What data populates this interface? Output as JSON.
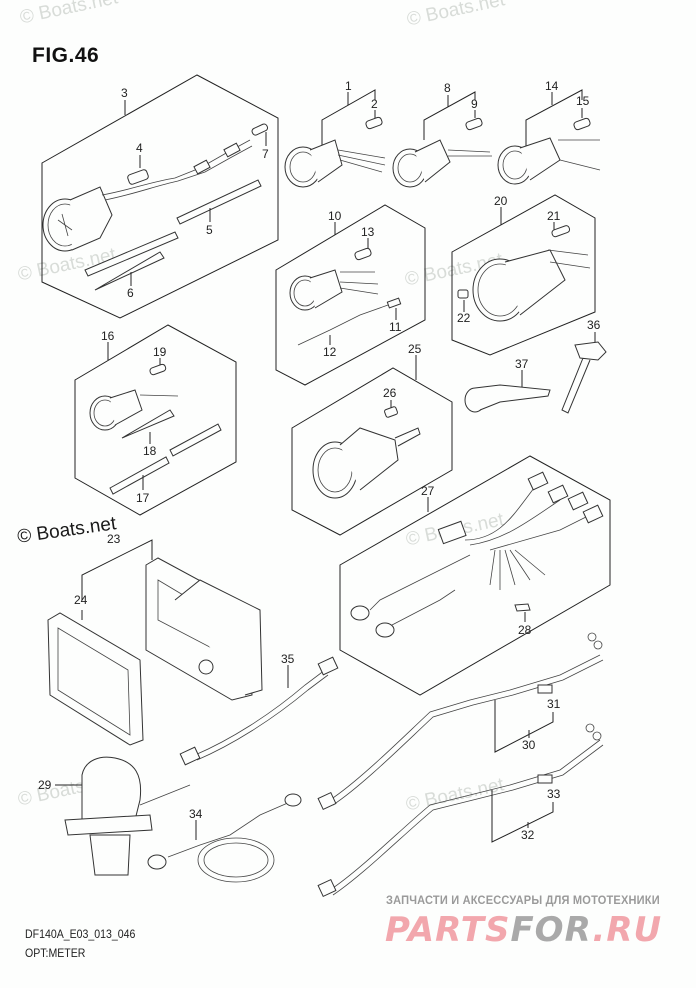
{
  "figure": {
    "title": "FIG.46",
    "code": "DF140A_E03_013_046",
    "name": "OPT:METER"
  },
  "watermarks": {
    "boats_net": "© Boats.net",
    "boats_net_prominent": "© Boats.net"
  },
  "promo": {
    "tagline": "ЗАПЧАСТИ И АКСЕССУАРЫ ДЛЯ МОТОТЕХНИКИ",
    "brand_part1": "PARTS",
    "brand_part2": "FOR",
    "brand_part3": ".RU",
    "colors": {
      "pink": "#f2a7ad",
      "gray": "#a9a9a9"
    }
  },
  "callouts": {
    "c1": "1",
    "c2": "2",
    "c3": "3",
    "c4": "4",
    "c5": "5",
    "c6": "6",
    "c7": "7",
    "c8": "8",
    "c9": "9",
    "c10": "10",
    "c11": "11",
    "c12": "12",
    "c13": "13",
    "c14": "14",
    "c15": "15",
    "c16": "16",
    "c17": "17",
    "c18": "18",
    "c19": "19",
    "c20": "20",
    "c21": "21",
    "c22": "22",
    "c23": "23",
    "c24": "24",
    "c25": "25",
    "c26": "26",
    "c27": "27",
    "c28": "28",
    "c29": "29",
    "c30": "30",
    "c31": "31",
    "c32": "32",
    "c33": "33",
    "c34": "34",
    "c35": "35",
    "c36": "36",
    "c37": "37"
  },
  "parts": [
    {
      "ref": "1",
      "kind": "gauge"
    },
    {
      "ref": "2",
      "kind": "bulb"
    },
    {
      "ref": "3",
      "kind": "gauge-kit"
    },
    {
      "ref": "4",
      "kind": "bulb-socket"
    },
    {
      "ref": "5",
      "kind": "tube"
    },
    {
      "ref": "6",
      "kind": "probe"
    },
    {
      "ref": "7",
      "kind": "bulb"
    },
    {
      "ref": "8",
      "kind": "gauge"
    },
    {
      "ref": "9",
      "kind": "bulb"
    },
    {
      "ref": "10",
      "kind": "gauge-kit"
    },
    {
      "ref": "11",
      "kind": "connector"
    },
    {
      "ref": "12",
      "kind": "lead-wire"
    },
    {
      "ref": "13",
      "kind": "bulb"
    },
    {
      "ref": "14",
      "kind": "gauge"
    },
    {
      "ref": "15",
      "kind": "bulb"
    },
    {
      "ref": "16",
      "kind": "gauge-kit"
    },
    {
      "ref": "17",
      "kind": "tube"
    },
    {
      "ref": "18",
      "kind": "probe"
    },
    {
      "ref": "19",
      "kind": "bulb"
    },
    {
      "ref": "20",
      "kind": "gauge-kit"
    },
    {
      "ref": "21",
      "kind": "bulb"
    },
    {
      "ref": "22",
      "kind": "bulb"
    },
    {
      "ref": "23",
      "kind": "display-unit"
    },
    {
      "ref": "24",
      "kind": "display-cover"
    },
    {
      "ref": "25",
      "kind": "gauge-kit"
    },
    {
      "ref": "26",
      "kind": "bulb"
    },
    {
      "ref": "27",
      "kind": "wire-harness"
    },
    {
      "ref": "28",
      "kind": "bolt"
    },
    {
      "ref": "29",
      "kind": "gps-antenna"
    },
    {
      "ref": "30",
      "kind": "cable"
    },
    {
      "ref": "31",
      "kind": "fuse-holder"
    },
    {
      "ref": "32",
      "kind": "cable"
    },
    {
      "ref": "33",
      "kind": "fuse-holder"
    },
    {
      "ref": "34",
      "kind": "cable"
    },
    {
      "ref": "35",
      "kind": "cable"
    },
    {
      "ref": "36",
      "kind": "bracket"
    },
    {
      "ref": "37",
      "kind": "bracket"
    }
  ]
}
